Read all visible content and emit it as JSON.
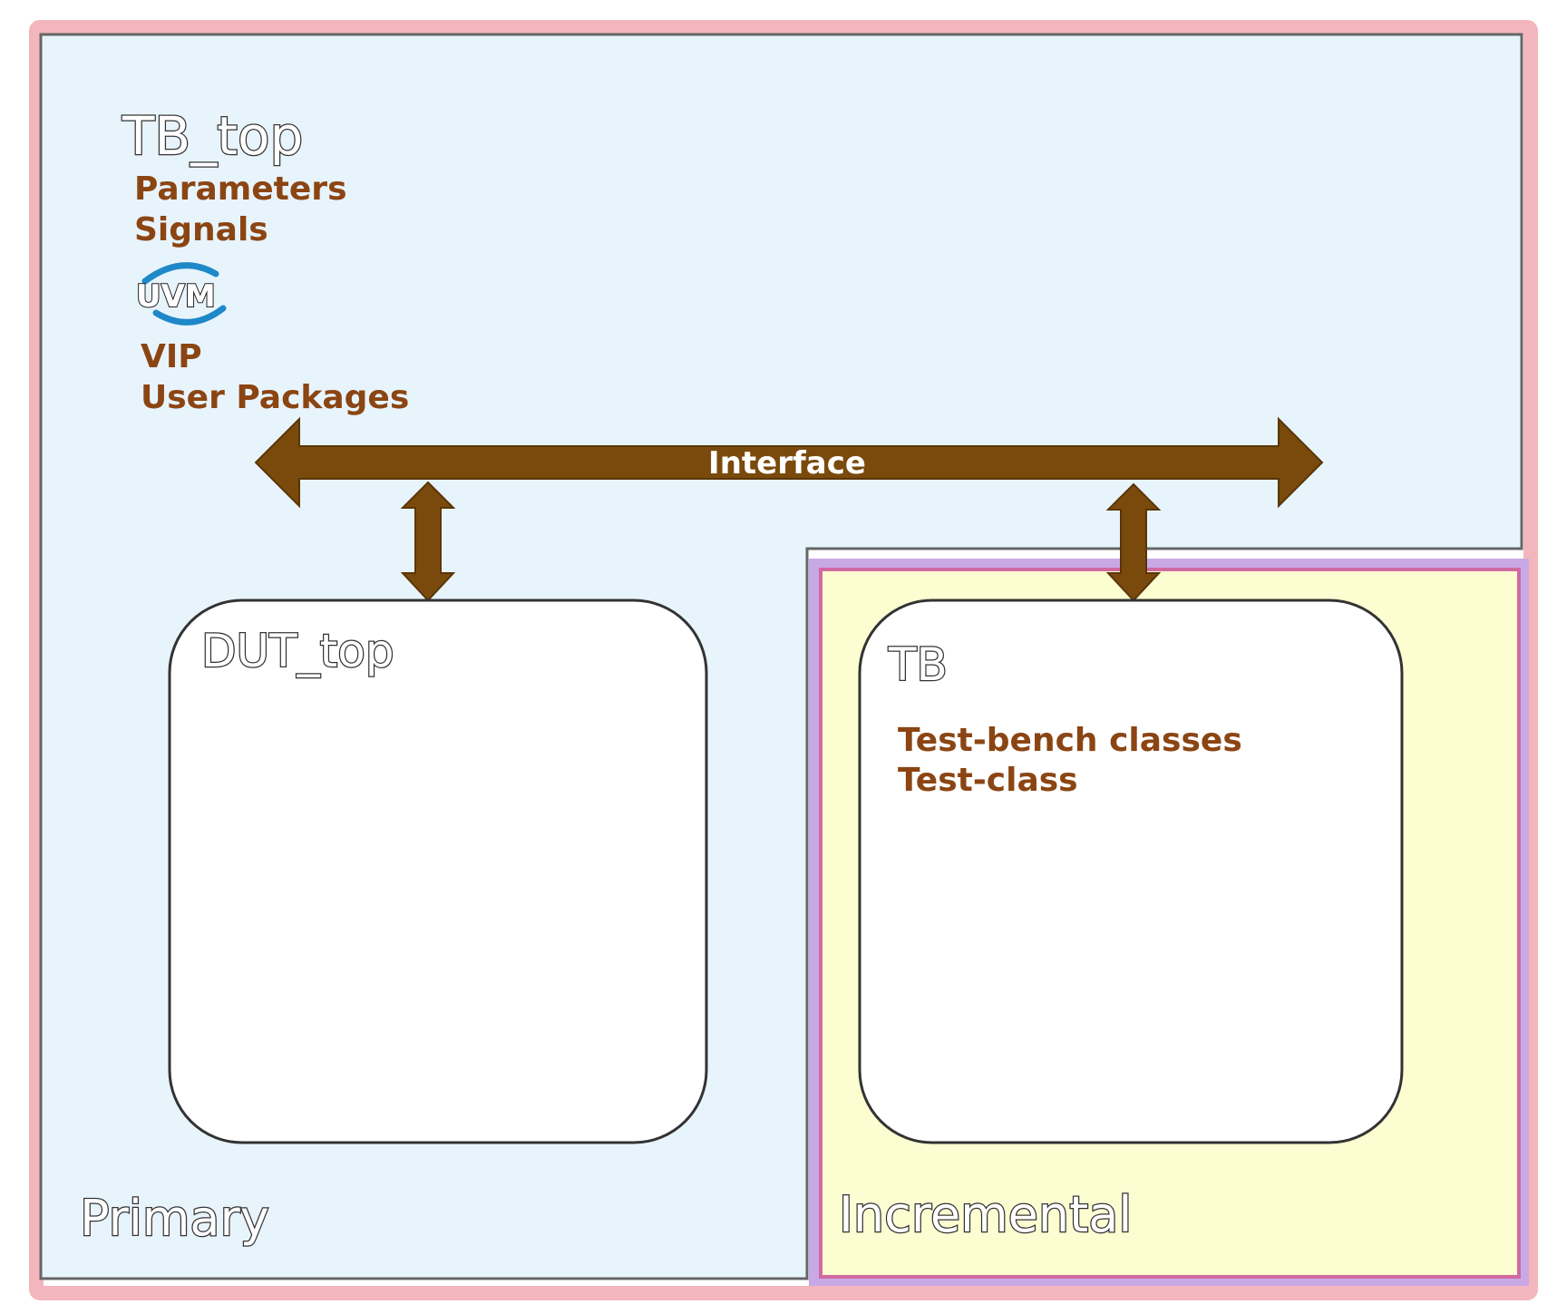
{
  "tb_top": {
    "title": "TB_top",
    "items": [
      "Parameters",
      "Signals"
    ],
    "logo_text": "UVM",
    "items_after_logo": [
      "VIP",
      "User Packages"
    ]
  },
  "interface": {
    "label": "Interface"
  },
  "dut_top": {
    "title": "DUT_top"
  },
  "tb": {
    "title": "TB",
    "items": [
      "Test-bench classes",
      "Test-class"
    ]
  },
  "regions": {
    "primary_label": "Primary",
    "incremental_label": "Incremental"
  },
  "colors": {
    "primary_fill": "#e8f4fc",
    "incremental_fill": "#fdfdd2",
    "outer_border": "#f0a0a8",
    "incremental_border": "#b89ad8",
    "arrow_fill": "#7a4a0c",
    "brown_text": "#8b4513"
  }
}
